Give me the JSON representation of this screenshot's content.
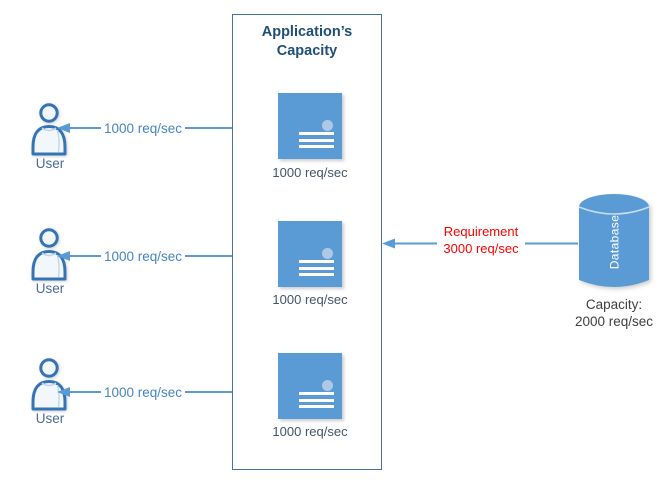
{
  "app_box": {
    "title": "Application’s Capacity"
  },
  "servers": [
    {
      "capacity_label": "1000 req/sec"
    },
    {
      "capacity_label": "1000 req/sec"
    },
    {
      "capacity_label": "1000 req/sec"
    }
  ],
  "users": [
    {
      "label": "User",
      "rate_label": "1000 req/sec"
    },
    {
      "label": "User",
      "rate_label": "1000 req/sec"
    },
    {
      "label": "User",
      "rate_label": "1000 req/sec"
    }
  ],
  "database": {
    "label": "Database",
    "capacity_title": "Capacity:",
    "capacity_value": "2000 req/sec"
  },
  "requirement": {
    "title": "Requirement",
    "value": "3000 req/sec"
  },
  "icons": {
    "user": "user-icon",
    "server": "server-icon",
    "database": "database-cylinder-icon",
    "arrow": "left-arrow-connector"
  },
  "colors": {
    "shape_fill": "#5B9BD5",
    "box_border": "#4473A7",
    "title_text": "#1F4E79",
    "arrow_line": "#5B9BD5",
    "arrow_label_text": "#4585C5",
    "server_label_text": "#44546A",
    "user_label_text": "#4A6B9A",
    "requirement_text": "#FF0000",
    "capacity_text": "#3F3F3F",
    "server_dot": "#AFC9E5",
    "database_text": "#FFFFFF"
  }
}
